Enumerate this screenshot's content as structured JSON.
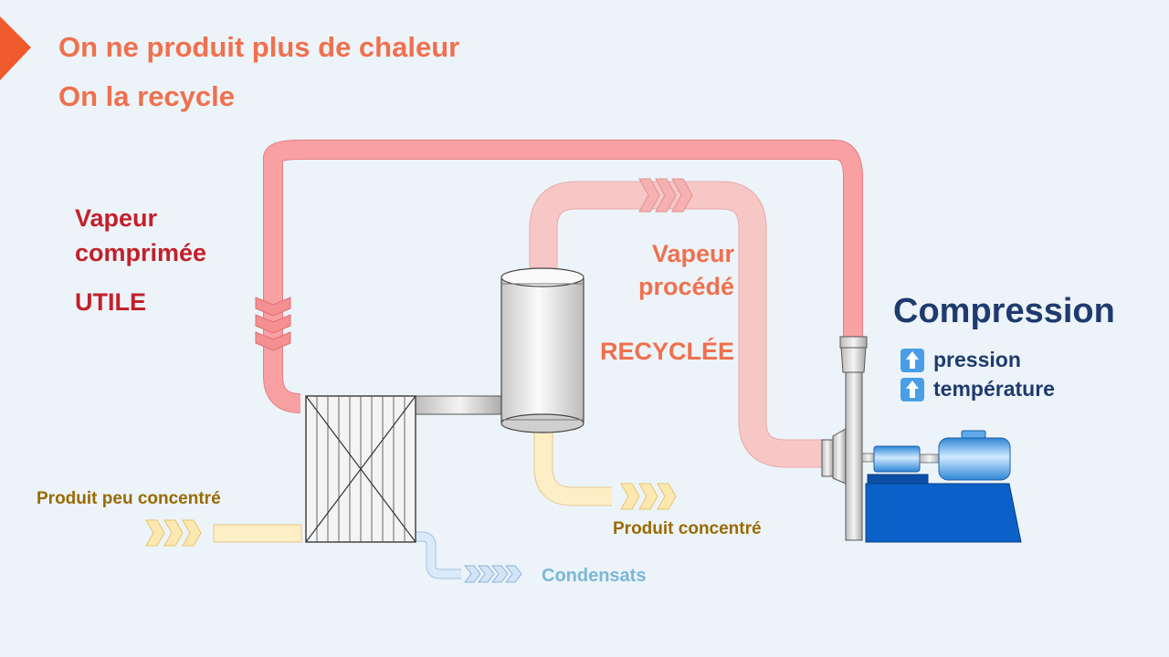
{
  "headline": {
    "line1": "On ne produit plus de chaleur",
    "line2": "On la recycle"
  },
  "compressed_steam": {
    "line1": "Vapeur",
    "line2": "comprimée",
    "tag": "UTILE"
  },
  "process_steam": {
    "line1": "Vapeur",
    "line2": "procédé",
    "tag": "RECYCLÉE"
  },
  "compression": {
    "title": "Compression",
    "items": [
      {
        "icon": "up-arrow-icon",
        "label": "pression"
      },
      {
        "icon": "up-arrow-icon",
        "label": "température"
      }
    ]
  },
  "streams": {
    "feed": "Produit peu concentré",
    "concentrate": "Produit concentré",
    "condensate": "Condensats"
  },
  "colors": {
    "title_orange": "#f0704e",
    "compressed_red": "#c3202a",
    "compressed_pipe": "#f8a0a2",
    "process_pipe": "#f7c7c6",
    "product_pipe": "#fdeec6",
    "condensate_pipe": "#cfe2f5",
    "navy": "#1f3a6e",
    "motor_base": "#0b61c7"
  }
}
